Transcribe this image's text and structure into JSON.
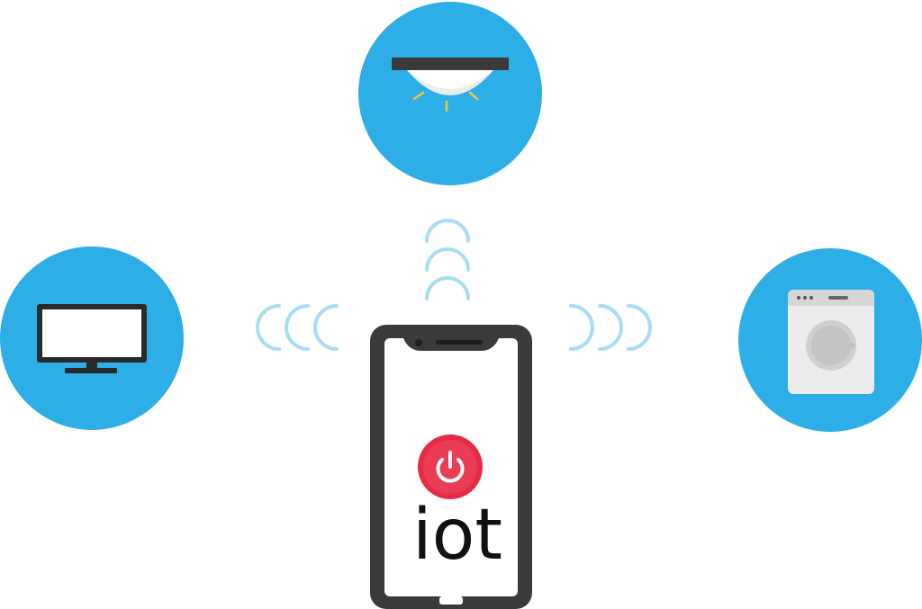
{
  "diagram": {
    "title": "",
    "phone_label": "iot",
    "devices": [
      {
        "name": "ceiling-light",
        "icon": "ceiling-light-icon"
      },
      {
        "name": "monitor",
        "icon": "monitor-icon"
      },
      {
        "name": "washing-machine",
        "icon": "washing-machine-icon"
      }
    ],
    "center_device": {
      "icon": "smartphone-icon",
      "button_icon": "power-icon"
    }
  },
  "colors": {
    "device_circle": "#2daee6",
    "wifi_arc": "#a9ddf4",
    "phone_frame": "#3a3a3a",
    "power_button": "#e52b45"
  }
}
